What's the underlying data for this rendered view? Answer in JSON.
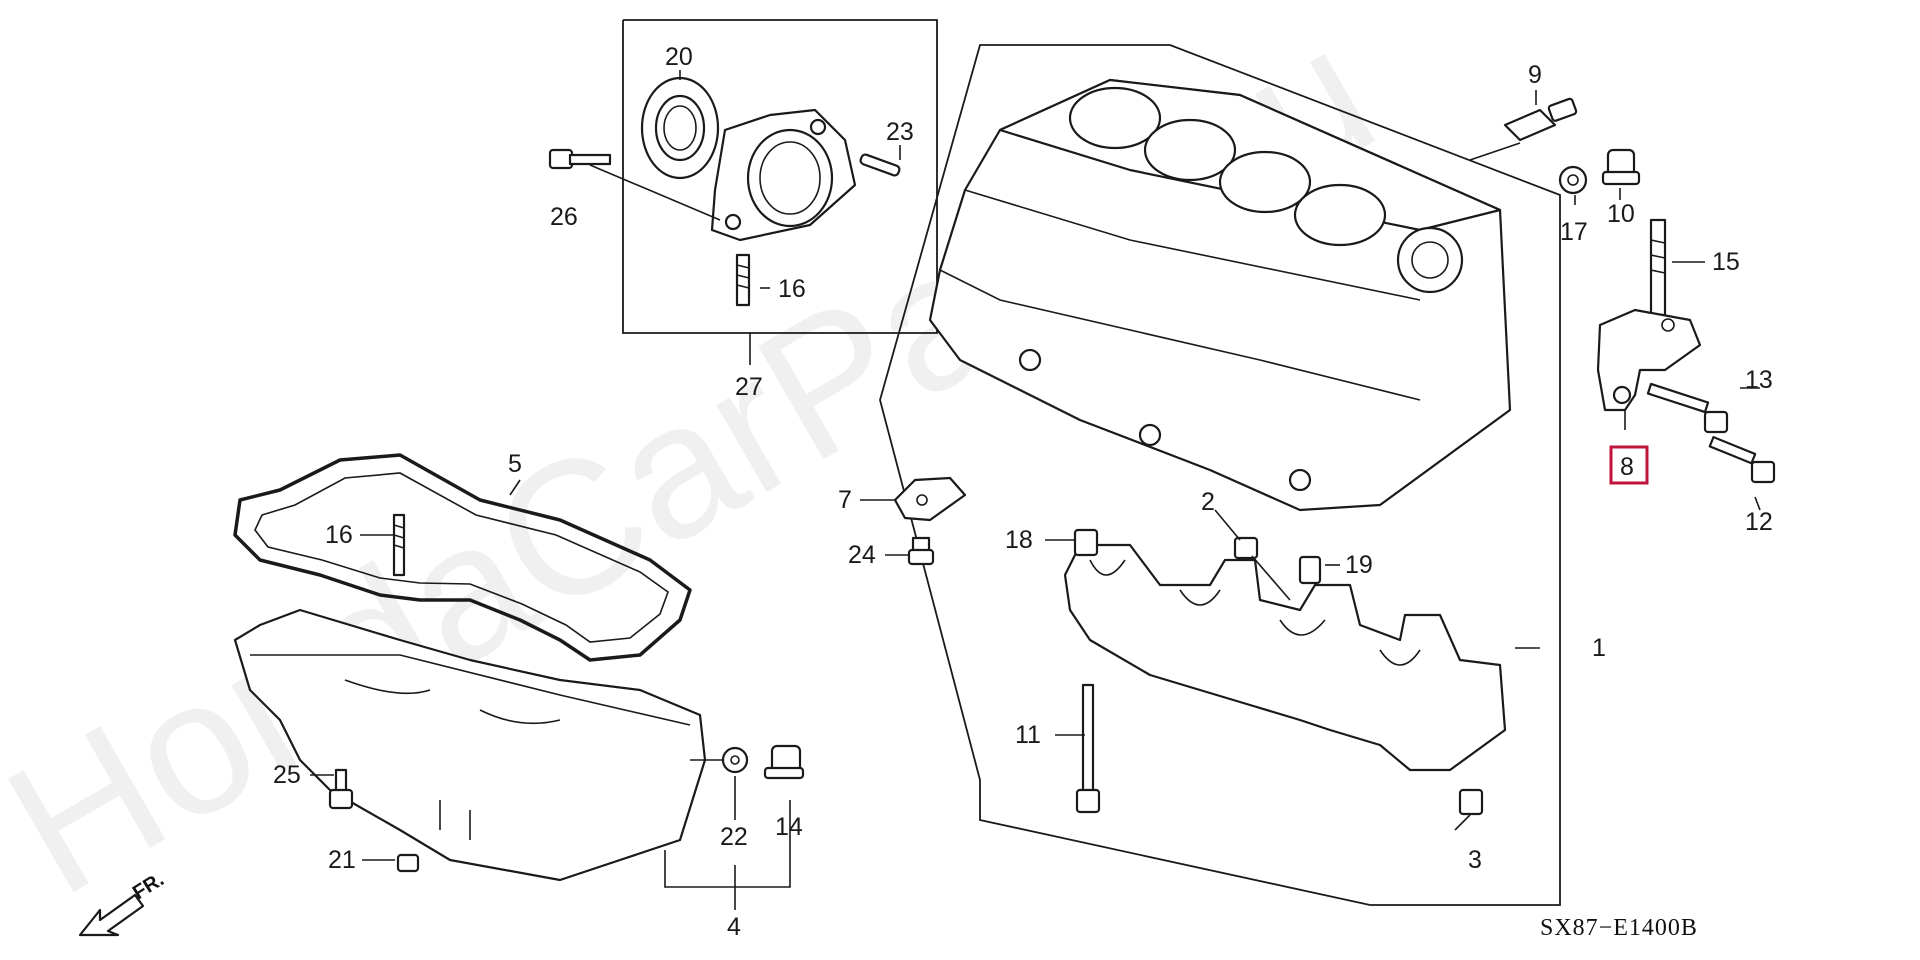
{
  "diagram": {
    "watermark": "HondaCarParts.ru",
    "diagram_code": "SX87−E1400B",
    "front_label": "FR.",
    "highlighted_part": "8",
    "callouts": {
      "c1": "1",
      "c2": "2",
      "c3": "3",
      "c4": "4",
      "c5": "5",
      "c7": "7",
      "c8": "8",
      "c9": "9",
      "c10": "10",
      "c11": "11",
      "c12": "12",
      "c13": "13",
      "c14": "14",
      "c15": "15",
      "c16a": "16",
      "c16b": "16",
      "c17": "17",
      "c18": "18",
      "c19": "19",
      "c20": "20",
      "c21": "21",
      "c22": "22",
      "c23": "23",
      "c24": "24",
      "c25": "25",
      "c26": "26",
      "c27": "27"
    }
  }
}
